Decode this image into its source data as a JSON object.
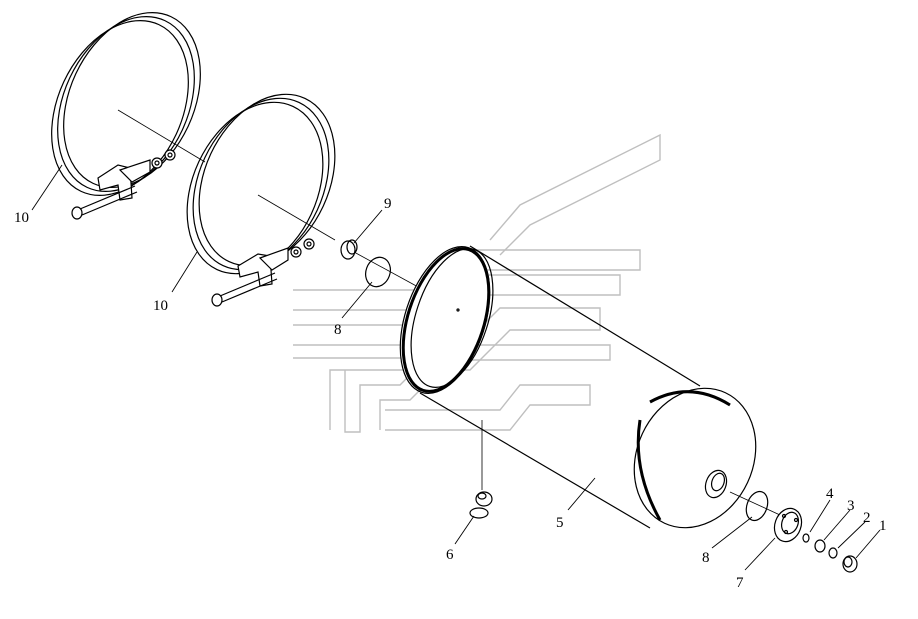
{
  "callouts": [
    {
      "id": "1",
      "text": "1"
    },
    {
      "id": "2",
      "text": "2"
    },
    {
      "id": "3",
      "text": "3"
    },
    {
      "id": "4",
      "text": "4"
    },
    {
      "id": "5",
      "text": "5"
    },
    {
      "id": "6",
      "text": "6"
    },
    {
      "id": "7",
      "text": "7"
    },
    {
      "id": "8a",
      "text": "8"
    },
    {
      "id": "8b",
      "text": "8"
    },
    {
      "id": "9",
      "text": "9"
    },
    {
      "id": "10a",
      "text": "10"
    },
    {
      "id": "10b",
      "text": "10"
    }
  ]
}
